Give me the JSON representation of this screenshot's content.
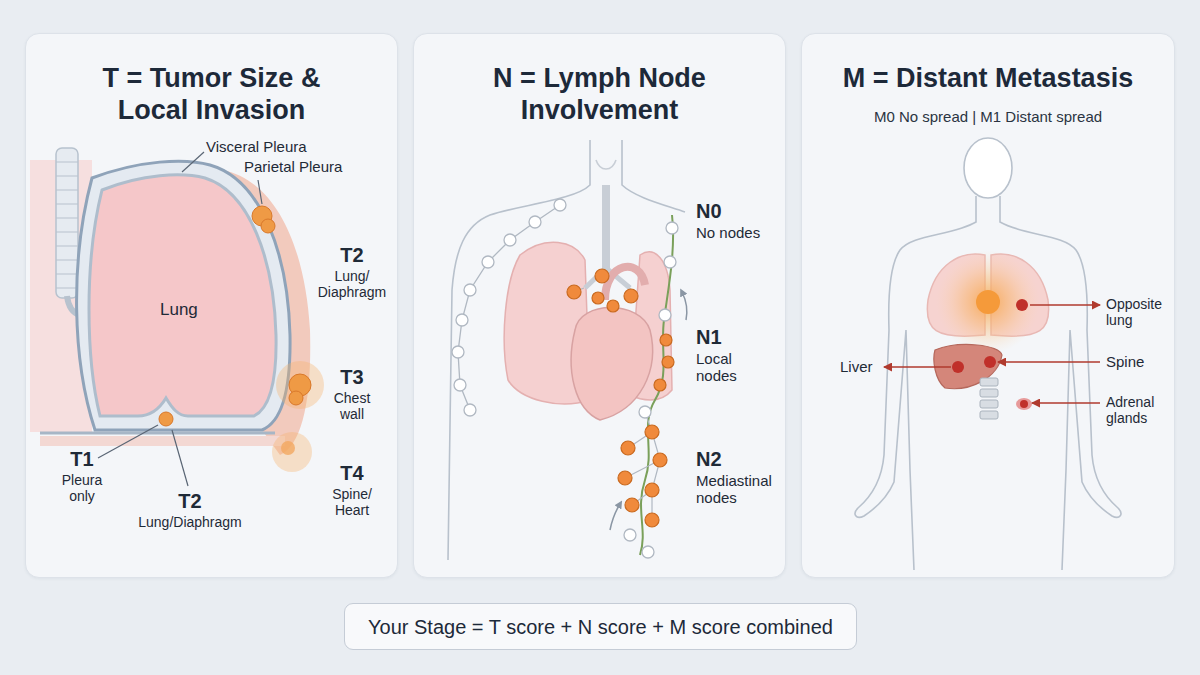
{
  "diagram": {
    "nodes": [
      {
        "text": [
          "T = Tumor Size & Local Invasion"
        ]
      },
      {
        "text": [
          "N = Lymph Node Involvement"
        ]
      },
      {
        "text": [
          "M = Distant Metastasis",
          "M0 No spread | M1 Distant spread"
        ]
      },
      {
        "text": [
          "Your Stage = T score + N score + M score combined"
        ]
      }
    ],
    "labels": [
      "Visceral Pleura",
      "Parietal Pleura",
      "T2",
      "Lung/ Diaphragm",
      "Lung",
      "T3",
      "Chest wall",
      "T1",
      "Pleura only",
      "T2",
      "Lung/Diaphragm",
      "T4",
      "Spine/ Heart",
      "N0",
      "No nodes",
      "N1",
      "Local nodes",
      "N2",
      "Mediastinal nodes",
      "Opposite lung",
      "Liver",
      "Spine",
      "Adrenal glands"
    ]
  }
}
